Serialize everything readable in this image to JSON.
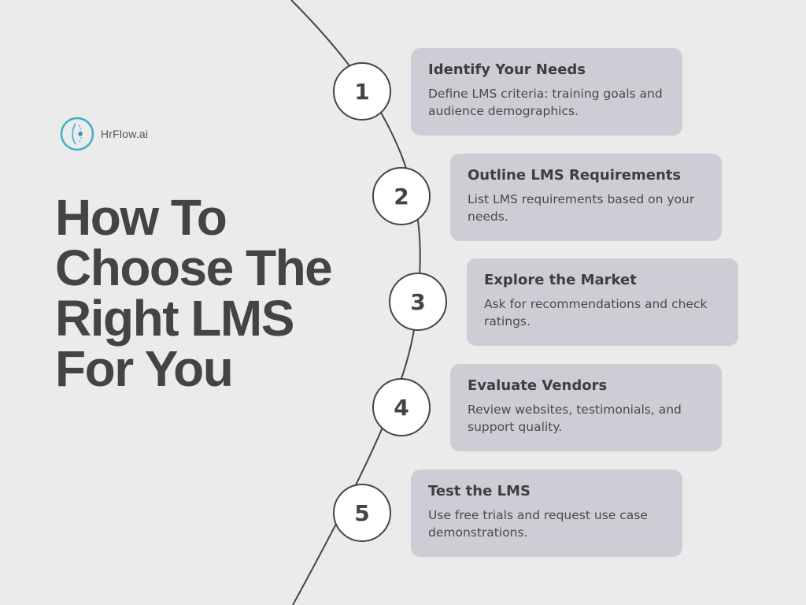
{
  "brand": {
    "name": "HrFlow.ai",
    "logo_icon": "hrflow-logo-icon",
    "logo_color": "#3fb0c9"
  },
  "headline": {
    "lines": [
      "How To",
      "Choose The",
      "Right LMS",
      "For You"
    ]
  },
  "steps": [
    {
      "number": "1",
      "title": "Identify Your Needs",
      "description": "Define LMS criteria: training goals and audience demographics."
    },
    {
      "number": "2",
      "title": "Outline LMS Requirements",
      "description": "List LMS requirements based on your needs."
    },
    {
      "number": "3",
      "title": "Explore the Market",
      "description": "Ask for recommendations and check ratings."
    },
    {
      "number": "4",
      "title": "Evaluate Vendors",
      "description": "Review websites, testimonials, and support quality."
    },
    {
      "number": "5",
      "title": "Test the LMS",
      "description": "Use free trials and request use case demonstrations."
    }
  ],
  "colors": {
    "background": "#ebebeb",
    "card": "#cdcdd5",
    "text": "#444444",
    "arc": "#444444"
  }
}
